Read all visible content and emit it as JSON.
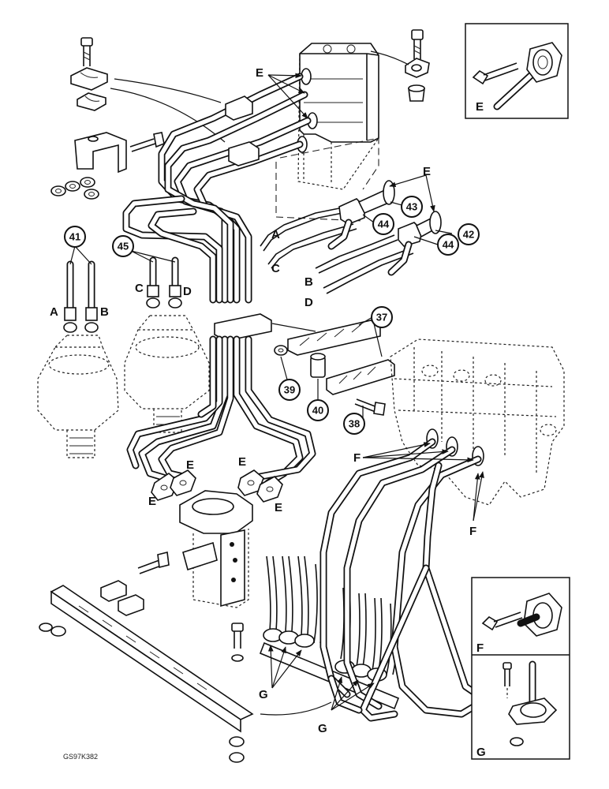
{
  "labels": {
    "e": "E",
    "f": "F",
    "g": "G",
    "a": "A",
    "b": "B",
    "c": "C",
    "d": "D"
  },
  "callouts": {
    "c37": "37",
    "c38": "38",
    "c39": "39",
    "c40": "40",
    "c41": "41",
    "c42": "42",
    "c43": "43",
    "c44": "44",
    "c45": "45"
  },
  "drawing_code": "GS97K382"
}
